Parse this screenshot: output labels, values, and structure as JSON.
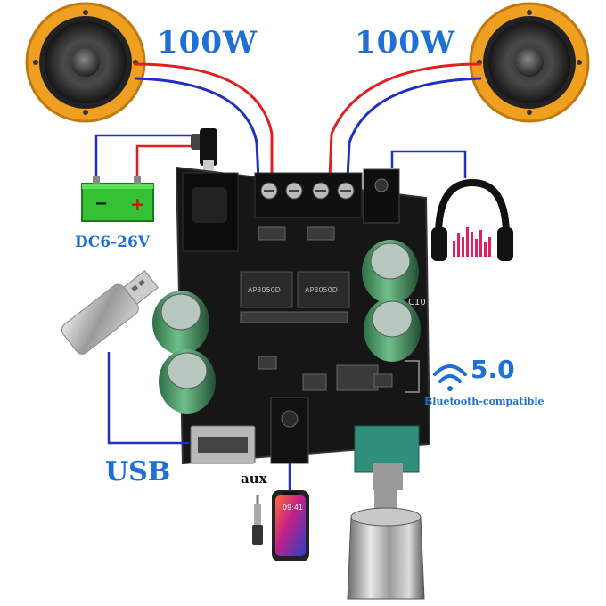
{
  "labels": {
    "left_speaker_power": "100W",
    "right_speaker_power": "100W",
    "power_supply": "DC6-26V",
    "usb": "USB",
    "aux": "aux",
    "bluetooth_version": "5.0",
    "bluetooth_compat": "Bluetooth-compatible"
  },
  "battery": {
    "minus": "−",
    "plus": "+"
  },
  "board": {
    "chip_left": "AP3050D",
    "chip_right": "AP3050D",
    "cap_label": "C10"
  },
  "phone": {
    "time": "09:41"
  },
  "colors": {
    "accent_blue": "#1f6fd4",
    "wire_red": "#e02020",
    "wire_blue": "#2030c0",
    "speaker_ring": "#f0a020",
    "pcb": "#1a1a1a",
    "battery_green": "#30c030",
    "capacitor_green": "#3f8f5a",
    "module_teal": "#2f8f7a"
  },
  "icons": [
    "speaker-icon",
    "battery-icon",
    "headphones-icon",
    "usb-drive-icon",
    "bluetooth-wifi-icon",
    "smartphone-icon",
    "aux-plug-icon"
  ]
}
